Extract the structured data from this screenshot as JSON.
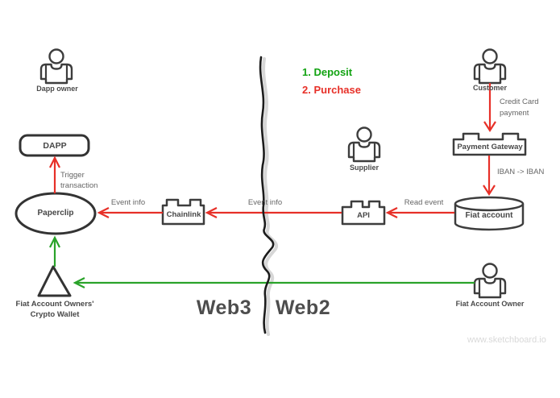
{
  "page": {
    "watermark": "www.sketchboard.io"
  },
  "legend": {
    "deposit": "1. Deposit",
    "purchase": "2. Purchase"
  },
  "zones": {
    "web3": "Web3",
    "web2": "Web2"
  },
  "actors": {
    "dapp_owner": {
      "label": "Dapp owner"
    },
    "customer": {
      "label": "Customer"
    },
    "supplier": {
      "label": "Supplier"
    },
    "fiat_account_owner": {
      "label": "Fiat Account Owner"
    }
  },
  "nodes": {
    "dapp": {
      "label": "DAPP",
      "shape": "rounded-rect"
    },
    "paperclip": {
      "label": "Paperclip",
      "shape": "ellipse"
    },
    "chainlink": {
      "label": "Chainlink",
      "shape": "component"
    },
    "api": {
      "label": "API",
      "shape": "component"
    },
    "payment_gateway": {
      "label": "Payment Gateway",
      "shape": "component"
    },
    "fiat_account": {
      "label": "Fiat account",
      "shape": "cylinder"
    },
    "crypto_wallet": {
      "label": "Fiat Account Owners' Crypto Wallet",
      "shape": "triangle"
    }
  },
  "edges": {
    "trigger_transaction": {
      "label": "Trigger transaction",
      "color": "#e73028"
    },
    "event_info_chainlink_to_paperclip": {
      "label": "Event info",
      "color": "#e73028"
    },
    "event_info_api_to_chainlink": {
      "label": "Event info",
      "color": "#e73028"
    },
    "read_event": {
      "label": "Read event",
      "color": "#e73028"
    },
    "credit_card_payment": {
      "label": "Credit Card payment",
      "color": "#e73028"
    },
    "iban_to_iban": {
      "label": "IBAN -> IBAN",
      "color": "#e73028"
    },
    "wallet_to_paperclip": {
      "color": "#2aa32a"
    },
    "owner_to_wallet": {
      "color": "#2aa32a"
    }
  },
  "colors": {
    "red": "#e73028",
    "green": "#2aa32a",
    "stroke": "#3d3d3d",
    "edge_label": "#666666",
    "node_label": "#474747",
    "zone_label": "#4d4d4d",
    "watermark": "#d9d9d9"
  }
}
